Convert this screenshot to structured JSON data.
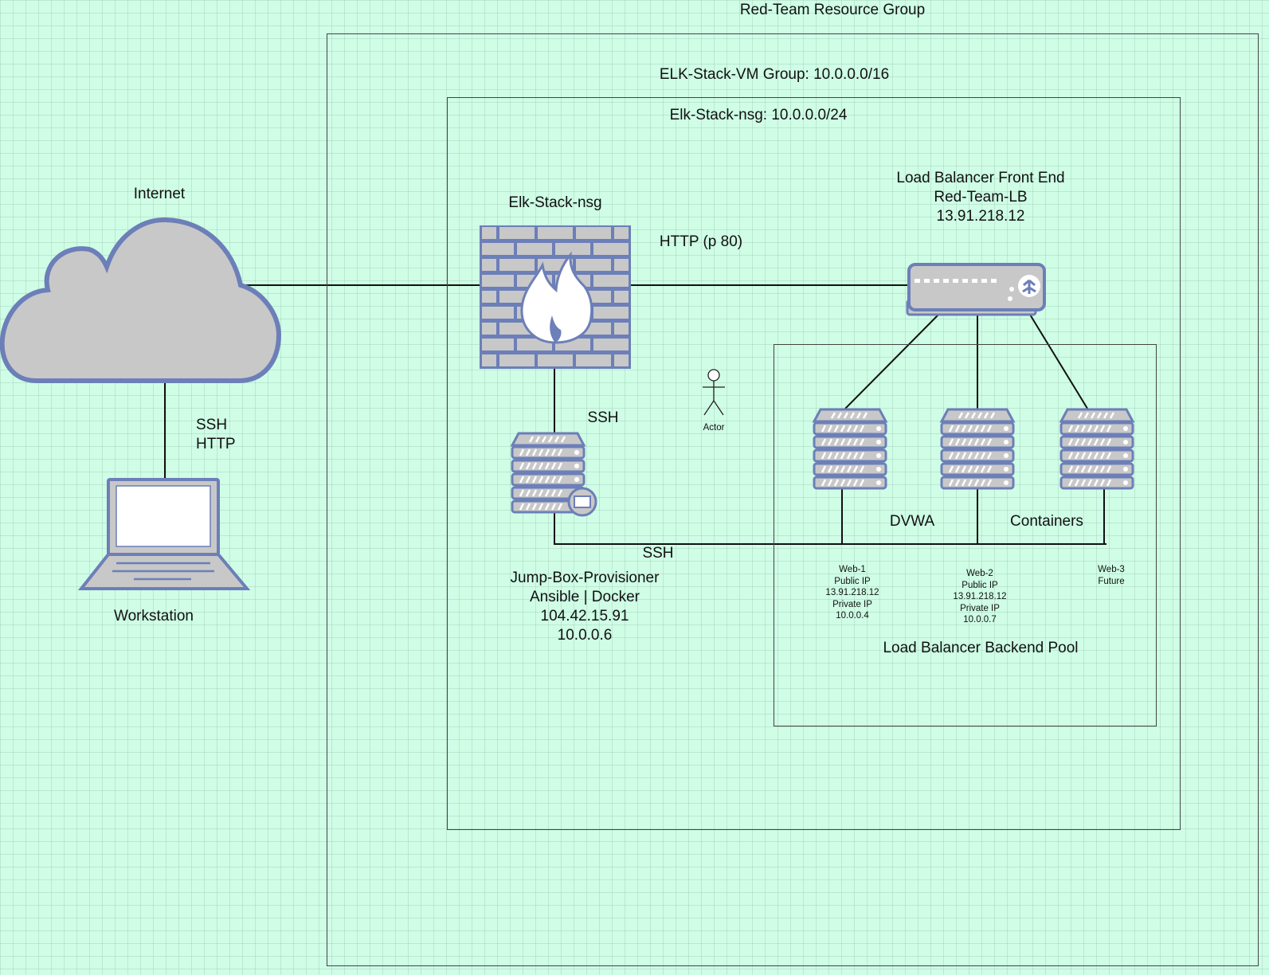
{
  "groups": {
    "resource_group": "Red-Team Resource Group",
    "vm_group": "ELK-Stack-VM Group: 10.0.0.0/16",
    "nsg_subnet": "Elk-Stack-nsg: 10.0.0.0/24",
    "backend_pool": "Load Balancer Backend Pool"
  },
  "nodes": {
    "internet": "Internet",
    "workstation": "Workstation",
    "firewall": "Elk-Stack-nsg",
    "load_balancer": {
      "line1": "Load Balancer Front End",
      "line2": "Red-Team-LB",
      "line3": "13.91.218.12"
    },
    "jump_box": {
      "line1": "Jump-Box-Provisioner",
      "line2": "Ansible | Docker",
      "line3": "104.42.15.91",
      "line4": "10.0.0.6"
    },
    "actor": "Actor",
    "web1": [
      "Web-1",
      "Public IP",
      "13.91.218.12",
      "Private IP",
      "10.0.0.4"
    ],
    "web2": [
      "Web-2",
      "Public IP",
      "13.91.218.12",
      "Private IP",
      "10.0.0.7"
    ],
    "web3": [
      "Web-3",
      "Future"
    ]
  },
  "edges": {
    "workstation_internet_1": "SSH",
    "workstation_internet_2": "HTTP",
    "firewall_lb": "HTTP (p 80)",
    "firewall_jumpbox": "SSH",
    "jumpbox_webs": "SSH"
  },
  "annotations": {
    "dvwa": "DVWA",
    "containers": "Containers"
  },
  "colors": {
    "background": "#cffde6",
    "icon_fill": "#c8c8c8",
    "icon_stroke": "#6c7fb8",
    "line": "#111111"
  }
}
